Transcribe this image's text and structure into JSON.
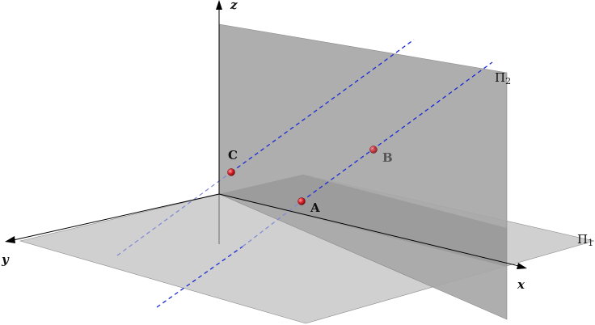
{
  "axes": {
    "x": "x",
    "y": "y",
    "z": "z"
  },
  "planes": {
    "horizontal": "П",
    "horizontal_sub": "1",
    "vertical": "П",
    "vertical_sub": "2"
  },
  "points": {
    "a": "A",
    "b": "B",
    "c": "C"
  },
  "colors": {
    "line": "#1a2bd6",
    "point": "#d8232a",
    "axis": "#000000"
  }
}
